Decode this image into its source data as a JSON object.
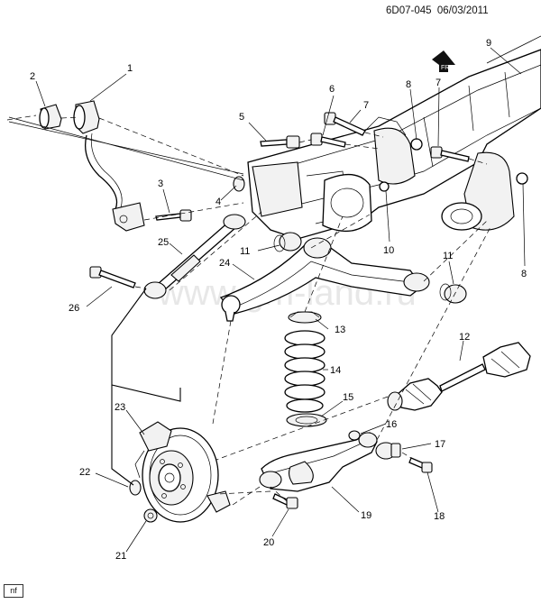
{
  "header": {
    "code": "6D07-045",
    "date": "06/03/2011"
  },
  "badge": {
    "text": "nf"
  },
  "watermark": {
    "text": "www.gm-land.ru"
  },
  "orientation": {
    "text": "FRT"
  },
  "callouts": [
    {
      "label": "1"
    },
    {
      "label": "2"
    },
    {
      "label": "3"
    },
    {
      "label": "4"
    },
    {
      "label": "5"
    },
    {
      "label": "6"
    },
    {
      "label": "7"
    },
    {
      "label": "7"
    },
    {
      "label": "8"
    },
    {
      "label": "8"
    },
    {
      "label": "9"
    },
    {
      "label": "10"
    },
    {
      "label": "11"
    },
    {
      "label": "11"
    },
    {
      "label": "12"
    },
    {
      "label": "13"
    },
    {
      "label": "14"
    },
    {
      "label": "15"
    },
    {
      "label": "16"
    },
    {
      "label": "17"
    },
    {
      "label": "18"
    },
    {
      "label": "19"
    },
    {
      "label": "20"
    },
    {
      "label": "21"
    },
    {
      "label": "22"
    },
    {
      "label": "23"
    },
    {
      "label": "24"
    },
    {
      "label": "25"
    },
    {
      "label": "26"
    }
  ]
}
